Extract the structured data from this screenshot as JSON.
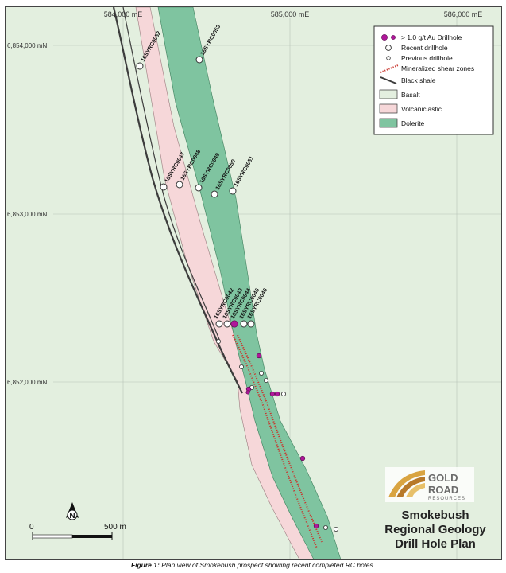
{
  "map": {
    "grid_eastings": [
      "584,000 mE",
      "585,000 mE",
      "586,000 mE"
    ],
    "grid_northings": [
      "6,854,000 mN",
      "6,853,000 mN",
      "6,852,000 mN"
    ]
  },
  "drillhole_labels": [
    "16SYRC0052",
    "16SYRC0053",
    "16SYRC0047",
    "16SYRC0048",
    "16SYRC0049",
    "16SYRC0050",
    "16SYRC0051",
    "16SYRC0042",
    "16SYRC0043",
    "16SYRC0044",
    "16SYRC0045",
    "16SYRC0046"
  ],
  "legend": {
    "items": [
      {
        "label": "> 1.0 g/t Au Drillhole",
        "symbol": "magenta-circles"
      },
      {
        "label": "Recent drillhole",
        "symbol": "white-circle-large"
      },
      {
        "label": "Previous drillhole",
        "symbol": "white-circle-small"
      },
      {
        "label": "Mineralized shear zones",
        "symbol": "red-dotted-line"
      },
      {
        "label": "Black shale",
        "symbol": "dark-line"
      },
      {
        "label": "Basalt",
        "symbol": "light-green-box"
      },
      {
        "label": "Volcaniclastic",
        "symbol": "pink-box"
      },
      {
        "label": "Dolerite",
        "symbol": "green-box"
      }
    ]
  },
  "colors": {
    "basalt": "#e3efdf",
    "volcaniclastic": "#f6d7d9",
    "dolerite": "#7fc4a0",
    "shale": "#3c3c3c",
    "shear": "#c9342c",
    "au_hole": "#b0179a",
    "logo_gold": "#d9a441"
  },
  "scale_bar": {
    "start": "0",
    "end": "500 m",
    "north": "N"
  },
  "logo": {
    "line1": "GOLD",
    "line2": "ROAD",
    "line3": "RESOURCES"
  },
  "title": {
    "line1": "Smokebush",
    "line2": "Regional Geology",
    "line3": "Drill Hole Plan"
  },
  "caption": {
    "label": "Figure 1:",
    "text": "Plan view of Smokebush prospect showing recent completed RC holes."
  }
}
